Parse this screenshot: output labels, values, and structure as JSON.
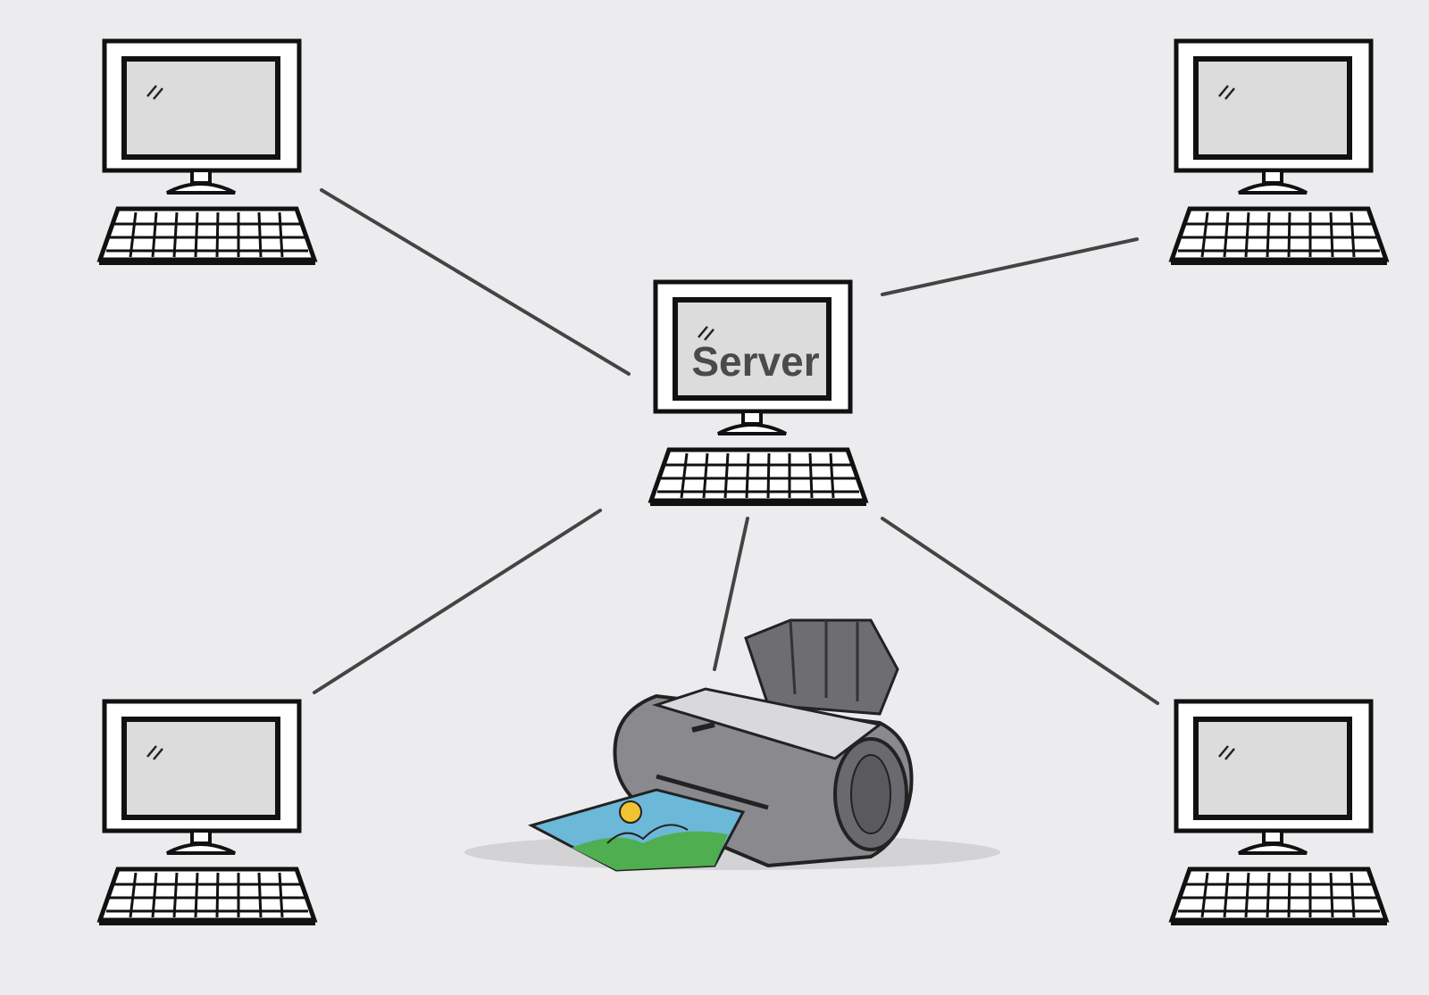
{
  "diagram": {
    "server": {
      "label": "Server"
    },
    "nodes": [
      {
        "id": "workstation-top-left",
        "kind": "computer"
      },
      {
        "id": "workstation-top-right",
        "kind": "computer"
      },
      {
        "id": "server",
        "kind": "computer"
      },
      {
        "id": "workstation-bottom-left",
        "kind": "computer"
      },
      {
        "id": "workstation-bottom-right",
        "kind": "computer"
      },
      {
        "id": "printer",
        "kind": "printer"
      }
    ],
    "links": [
      {
        "from": "server",
        "to": "workstation-top-left"
      },
      {
        "from": "server",
        "to": "workstation-top-right"
      },
      {
        "from": "server",
        "to": "workstation-bottom-left"
      },
      {
        "from": "server",
        "to": "workstation-bottom-right"
      },
      {
        "from": "server",
        "to": "printer"
      }
    ],
    "colors": {
      "background": "#ececee",
      "outline": "#111111",
      "screen": "#dcdcdc",
      "link": "#444444",
      "label": "#4a4a4a",
      "printer_body": "#8a8a8e",
      "printer_paper_sky": "#6cb8d8",
      "printer_paper_grass": "#4fae4f",
      "printer_paper_sun": "#f1c232"
    }
  }
}
